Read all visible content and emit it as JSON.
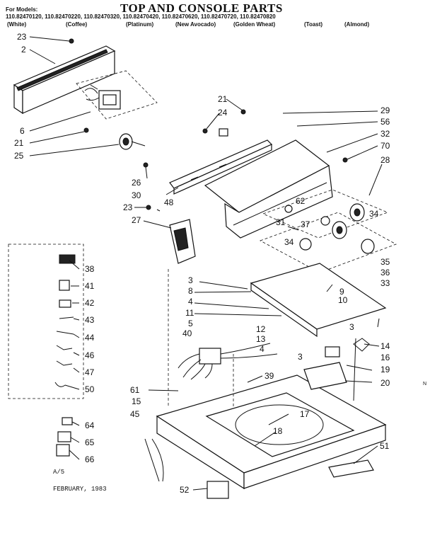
{
  "header": {
    "title": "TOP AND CONSOLE PARTS",
    "models_lead": "For Models:",
    "models": "110.82470120, 110.82470220, 110.82470320, 110.82470420, 110.82470620, 110.82470720, 110.82470820",
    "colors": [
      "(White)",
      "(Coffee)",
      "(Platinum)",
      "(New Avocado)",
      "(Golden Wheat)",
      "(Toast)",
      "(Almond)"
    ]
  },
  "footer": {
    "code": "A/5",
    "date": "FEBRUARY, 1983",
    "corner_mark": "N"
  },
  "callouts": [
    "23",
    "2",
    "6",
    "21",
    "25",
    "21",
    "24",
    "29",
    "56",
    "32",
    "70",
    "28",
    "26",
    "30",
    "23",
    "48",
    "27",
    "62",
    "34",
    "31",
    "37",
    "34",
    "35",
    "36",
    "33",
    "3",
    "8",
    "4",
    "11",
    "9",
    "10",
    "5",
    "40",
    "12",
    "13",
    "4",
    "3",
    "14",
    "3",
    "16",
    "19",
    "20",
    "61",
    "39",
    "15",
    "45",
    "17",
    "18",
    "51",
    "52",
    "38",
    "41",
    "42",
    "43",
    "44",
    "46",
    "47",
    "50",
    "64",
    "65",
    "66"
  ]
}
